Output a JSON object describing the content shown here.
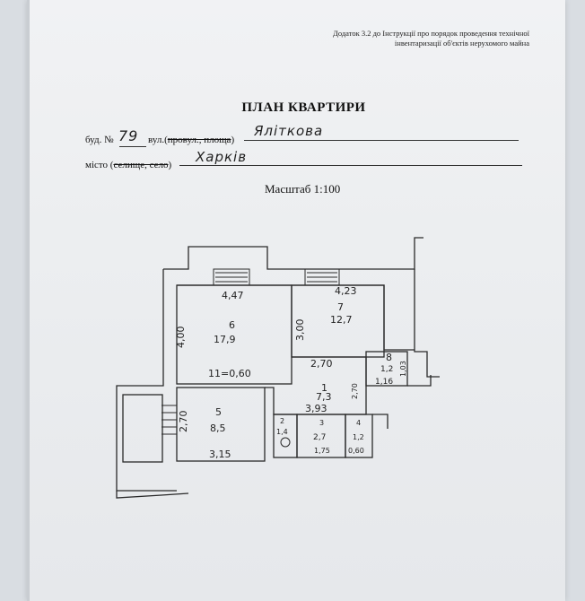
{
  "header_note": {
    "line1": "Додаток 3.2 до Інструкції про порядок проведення технічної",
    "line2": "інвентаризації об'єктів нерухомого майна"
  },
  "title": "ПЛАН КВАРТИРИ",
  "building": {
    "label_prefix": "буд. №",
    "number": "79",
    "street_label_prefix": "вул.(",
    "street_label_struck": "провул., площа",
    "street_label_suffix": ")",
    "street_value": "Яліткова"
  },
  "city": {
    "label_prefix": "місто (",
    "label_main": "селище, село",
    "label_suffix": ")",
    "value": "Харків"
  },
  "scale": "Масштаб 1:100",
  "plan": {
    "rooms": [
      {
        "number": "6",
        "area": "17,9",
        "width": "4,47",
        "depth": "4,00"
      },
      {
        "number": "7",
        "area": "12,7",
        "width": "4,23",
        "depth": "3,00"
      },
      {
        "number": "5",
        "area": "8,5",
        "width": "3,15",
        "depth": "2,70"
      },
      {
        "number": "1",
        "area": "7,3",
        "width": "3,93",
        "depth": "2,70"
      },
      {
        "number": "8",
        "area": "1,2",
        "width": "1,16",
        "depth": "1,03"
      },
      {
        "number": "2",
        "area": "1,4"
      },
      {
        "number": "3",
        "area": "2,7",
        "width": "1,75"
      },
      {
        "number": "4",
        "area": "1,2",
        "width": "0,60"
      }
    ],
    "corridor_label": "11=0,60",
    "misc_label": "2,70"
  }
}
